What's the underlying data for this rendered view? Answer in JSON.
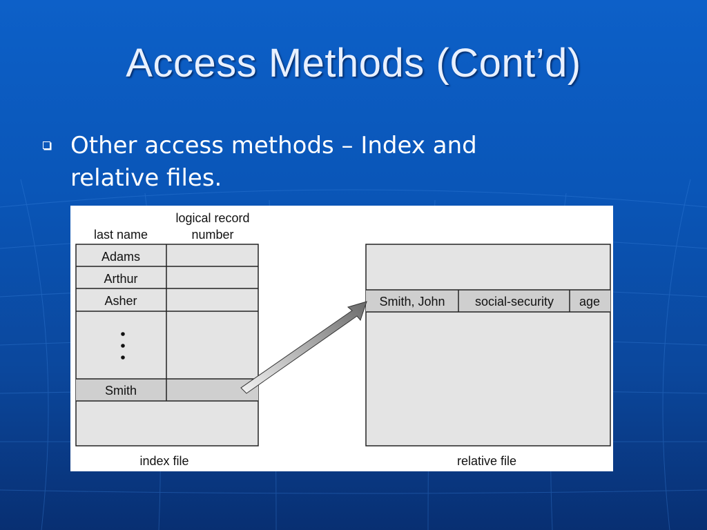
{
  "slide": {
    "title": "Access Methods (Cont’d)",
    "bullets": [
      {
        "line1": "Other access methods – Index and",
        "line2": "relative files."
      }
    ]
  },
  "diagram": {
    "index_file": {
      "col_header_last_name": "last name",
      "col_header_logical_line1": "logical record",
      "col_header_logical_line2": "number",
      "rows": [
        "Adams",
        "Arthur",
        "Asher",
        "Smith"
      ],
      "caption": "index file"
    },
    "relative_file": {
      "record_fields": [
        "Smith, John",
        "social-security",
        "age"
      ],
      "caption": "relative file"
    }
  },
  "colors": {
    "background": "#0a56b8",
    "highlight_cell": "#cfcfcf",
    "table_fill": "#e4e4e4"
  }
}
